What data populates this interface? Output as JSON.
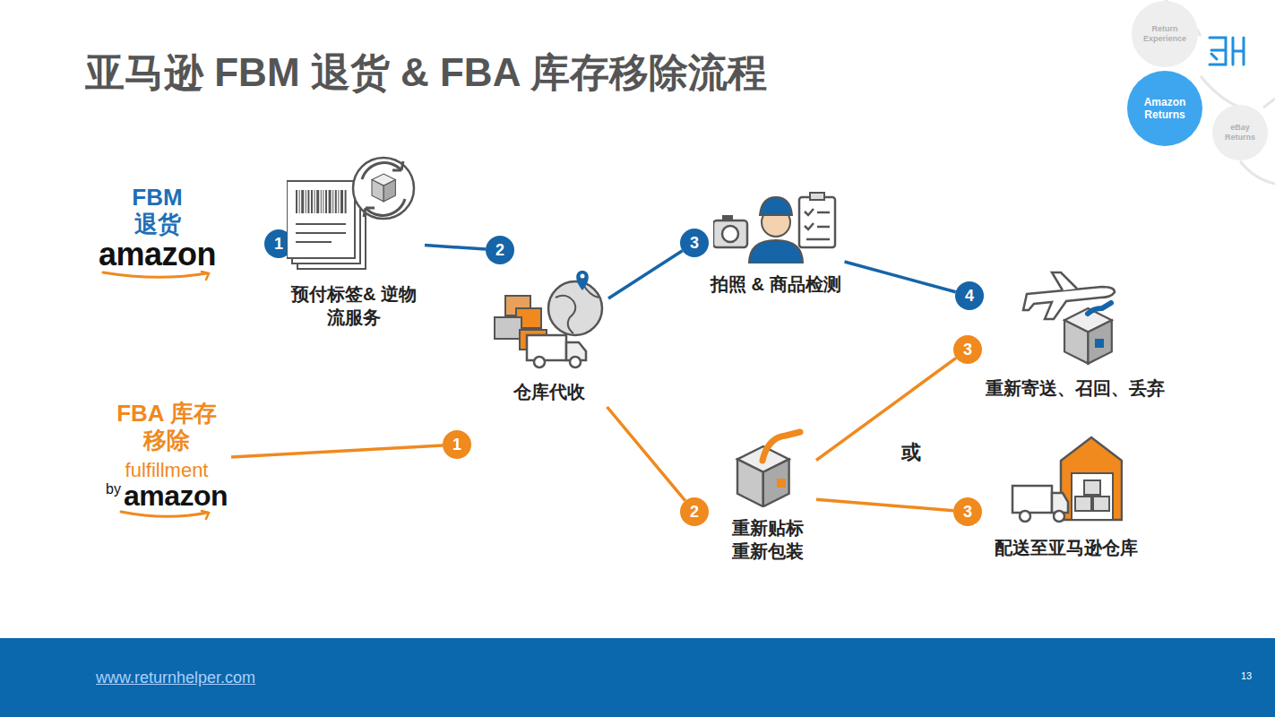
{
  "diagram": {
    "title": "亚马逊 FBM 退货 & FBA 库存移除流程",
    "nodes": [
      {
        "text": [
          "Return Experience"
        ]
      },
      {
        "text": [
          "Amazon Returns"
        ]
      },
      {
        "text": [
          "eBay Returns"
        ]
      },
      {
        "text": [
          "FBM 退货",
          "amazon"
        ]
      },
      {
        "text": [
          "1"
        ]
      },
      {
        "text": [
          "预付标签& 逆物流服务"
        ]
      },
      {
        "text": [
          "2"
        ]
      },
      {
        "text": [
          "仓库代收"
        ]
      },
      {
        "text": [
          "3"
        ]
      },
      {
        "text": [
          "拍照 & 商品检测"
        ]
      },
      {
        "text": [
          "4"
        ]
      },
      {
        "text": [
          "重新寄送、召回、丢弃"
        ]
      },
      {
        "text": [
          "FBA 库存移除",
          "fulfillment",
          "by",
          "amazon"
        ]
      },
      {
        "text": [
          "1"
        ]
      },
      {
        "text": [
          "2"
        ]
      },
      {
        "text": [
          "重新贴标 重新包装"
        ]
      },
      {
        "text": [
          "3"
        ]
      },
      {
        "text": [
          "3"
        ]
      },
      {
        "text": [
          "配送至亚马逊仓库"
        ]
      }
    ],
    "edges": [
      {
        "from": 5,
        "to": 6,
        "arrow": "none"
      },
      {
        "from": 7,
        "to": 8,
        "arrow": "none"
      },
      {
        "from": 9,
        "to": 10,
        "arrow": "none"
      },
      {
        "from": 12,
        "to": 13,
        "arrow": "none"
      },
      {
        "from": 7,
        "to": 14,
        "arrow": "none"
      },
      {
        "from": 15,
        "to": 16,
        "arrow": "none"
      },
      {
        "from": 15,
        "to": 17,
        "arrow": "none"
      }
    ],
    "labels": [
      "或",
      "www.returnhelper.com",
      "13"
    ]
  }
}
